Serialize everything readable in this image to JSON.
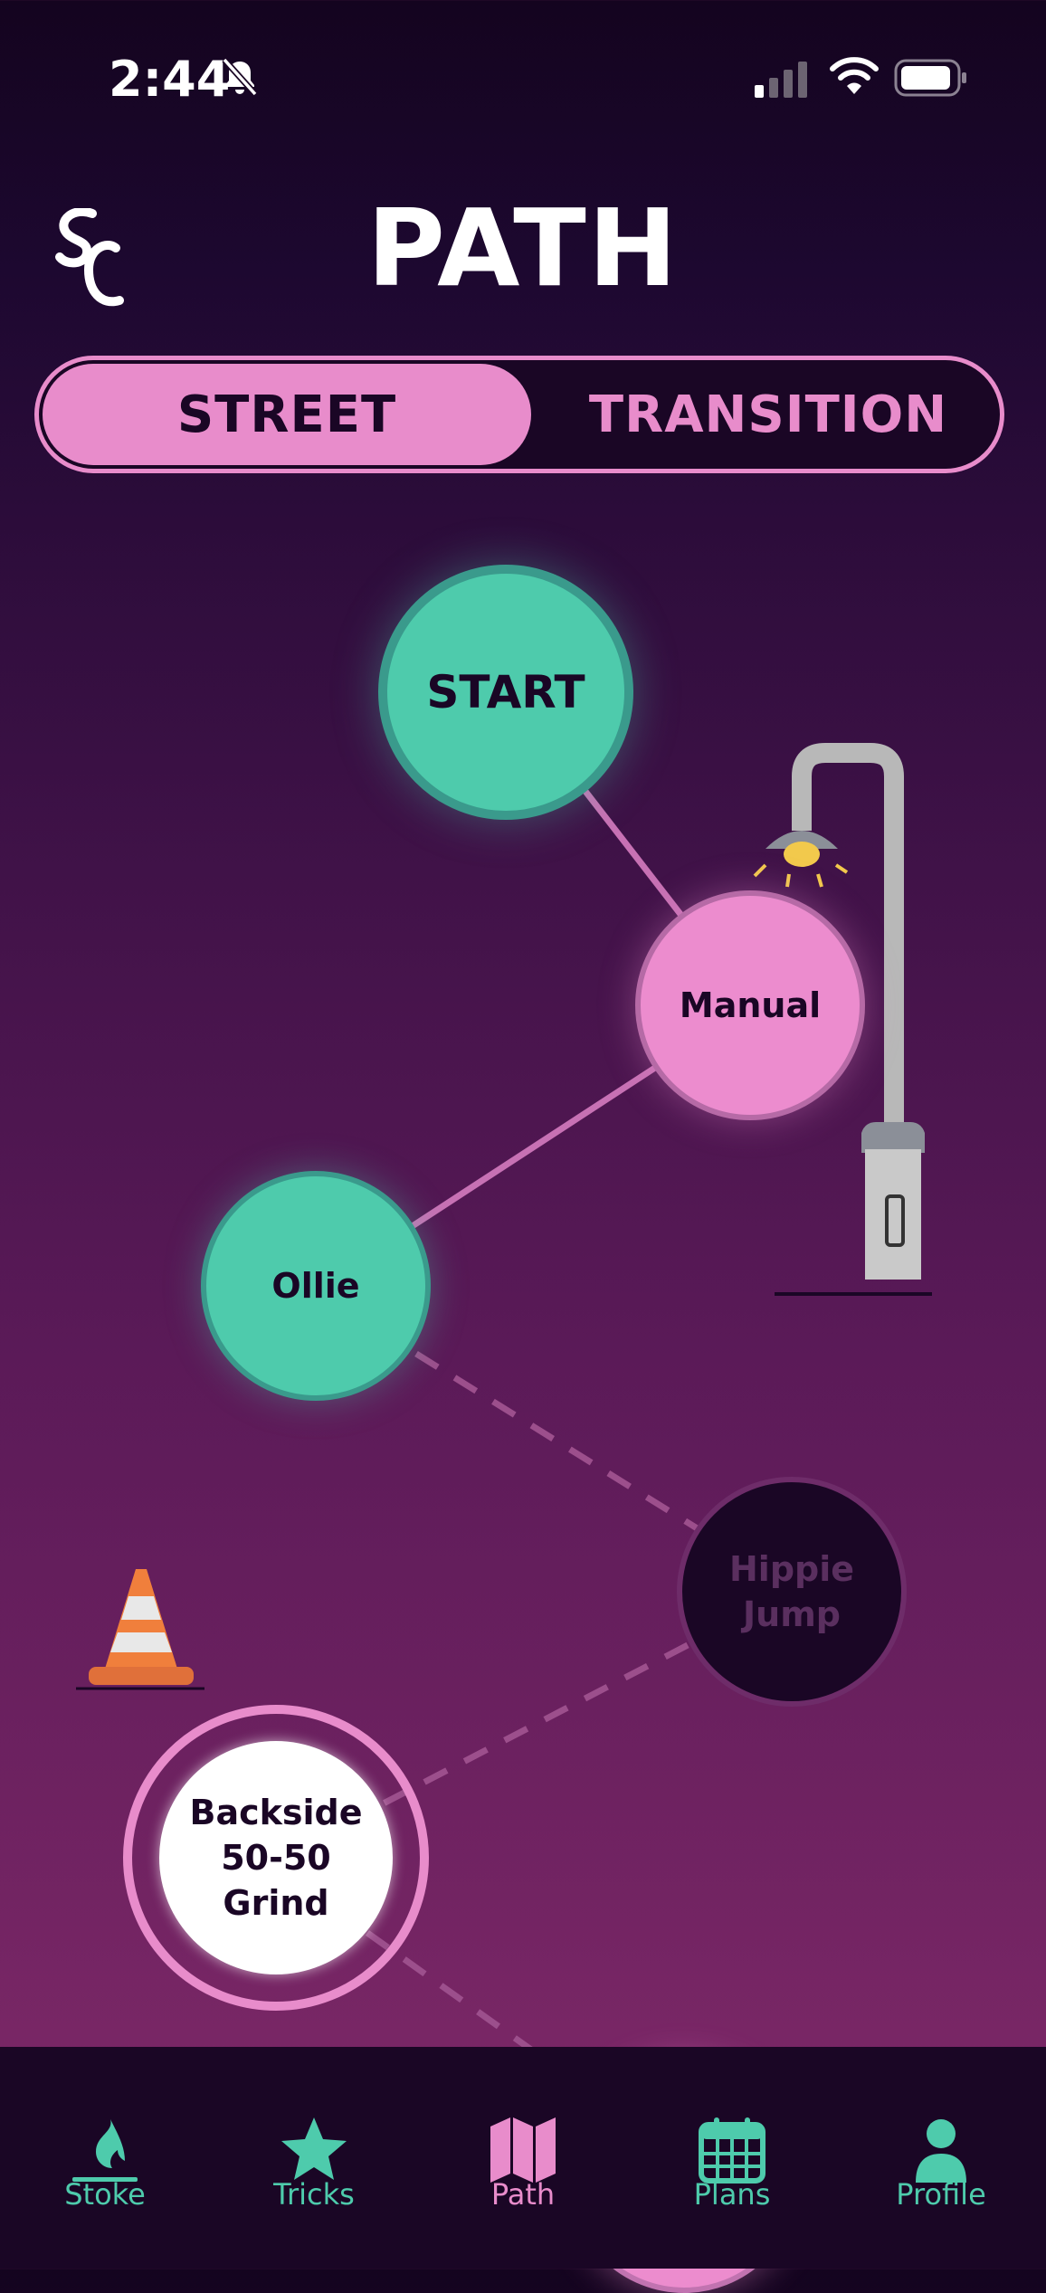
{
  "status_bar": {
    "time": "2:44"
  },
  "header": {
    "title": "PATH"
  },
  "segment": {
    "street": "STREET",
    "transition": "TRANSITION",
    "selected": "STREET"
  },
  "nodes": {
    "start": "START",
    "manual": "Manual",
    "ollie": "Ollie",
    "hippie_line1": "Hippie",
    "hippie_line2": "Jump",
    "backside_line1": "Backside",
    "backside_line2": "50-50",
    "backside_line3": "Grind"
  },
  "tabs": [
    {
      "label": "Stoke",
      "icon": "flame-icon"
    },
    {
      "label": "Tricks",
      "icon": "star-icon"
    },
    {
      "label": "Path",
      "icon": "map-icon"
    },
    {
      "label": "Plans",
      "icon": "calendar-icon"
    },
    {
      "label": "Profile",
      "icon": "person-icon"
    }
  ],
  "active_tab": "Path",
  "colors": {
    "teal": "#4ecbac",
    "pink": "#e88ccb",
    "dark": "#1a0625"
  }
}
